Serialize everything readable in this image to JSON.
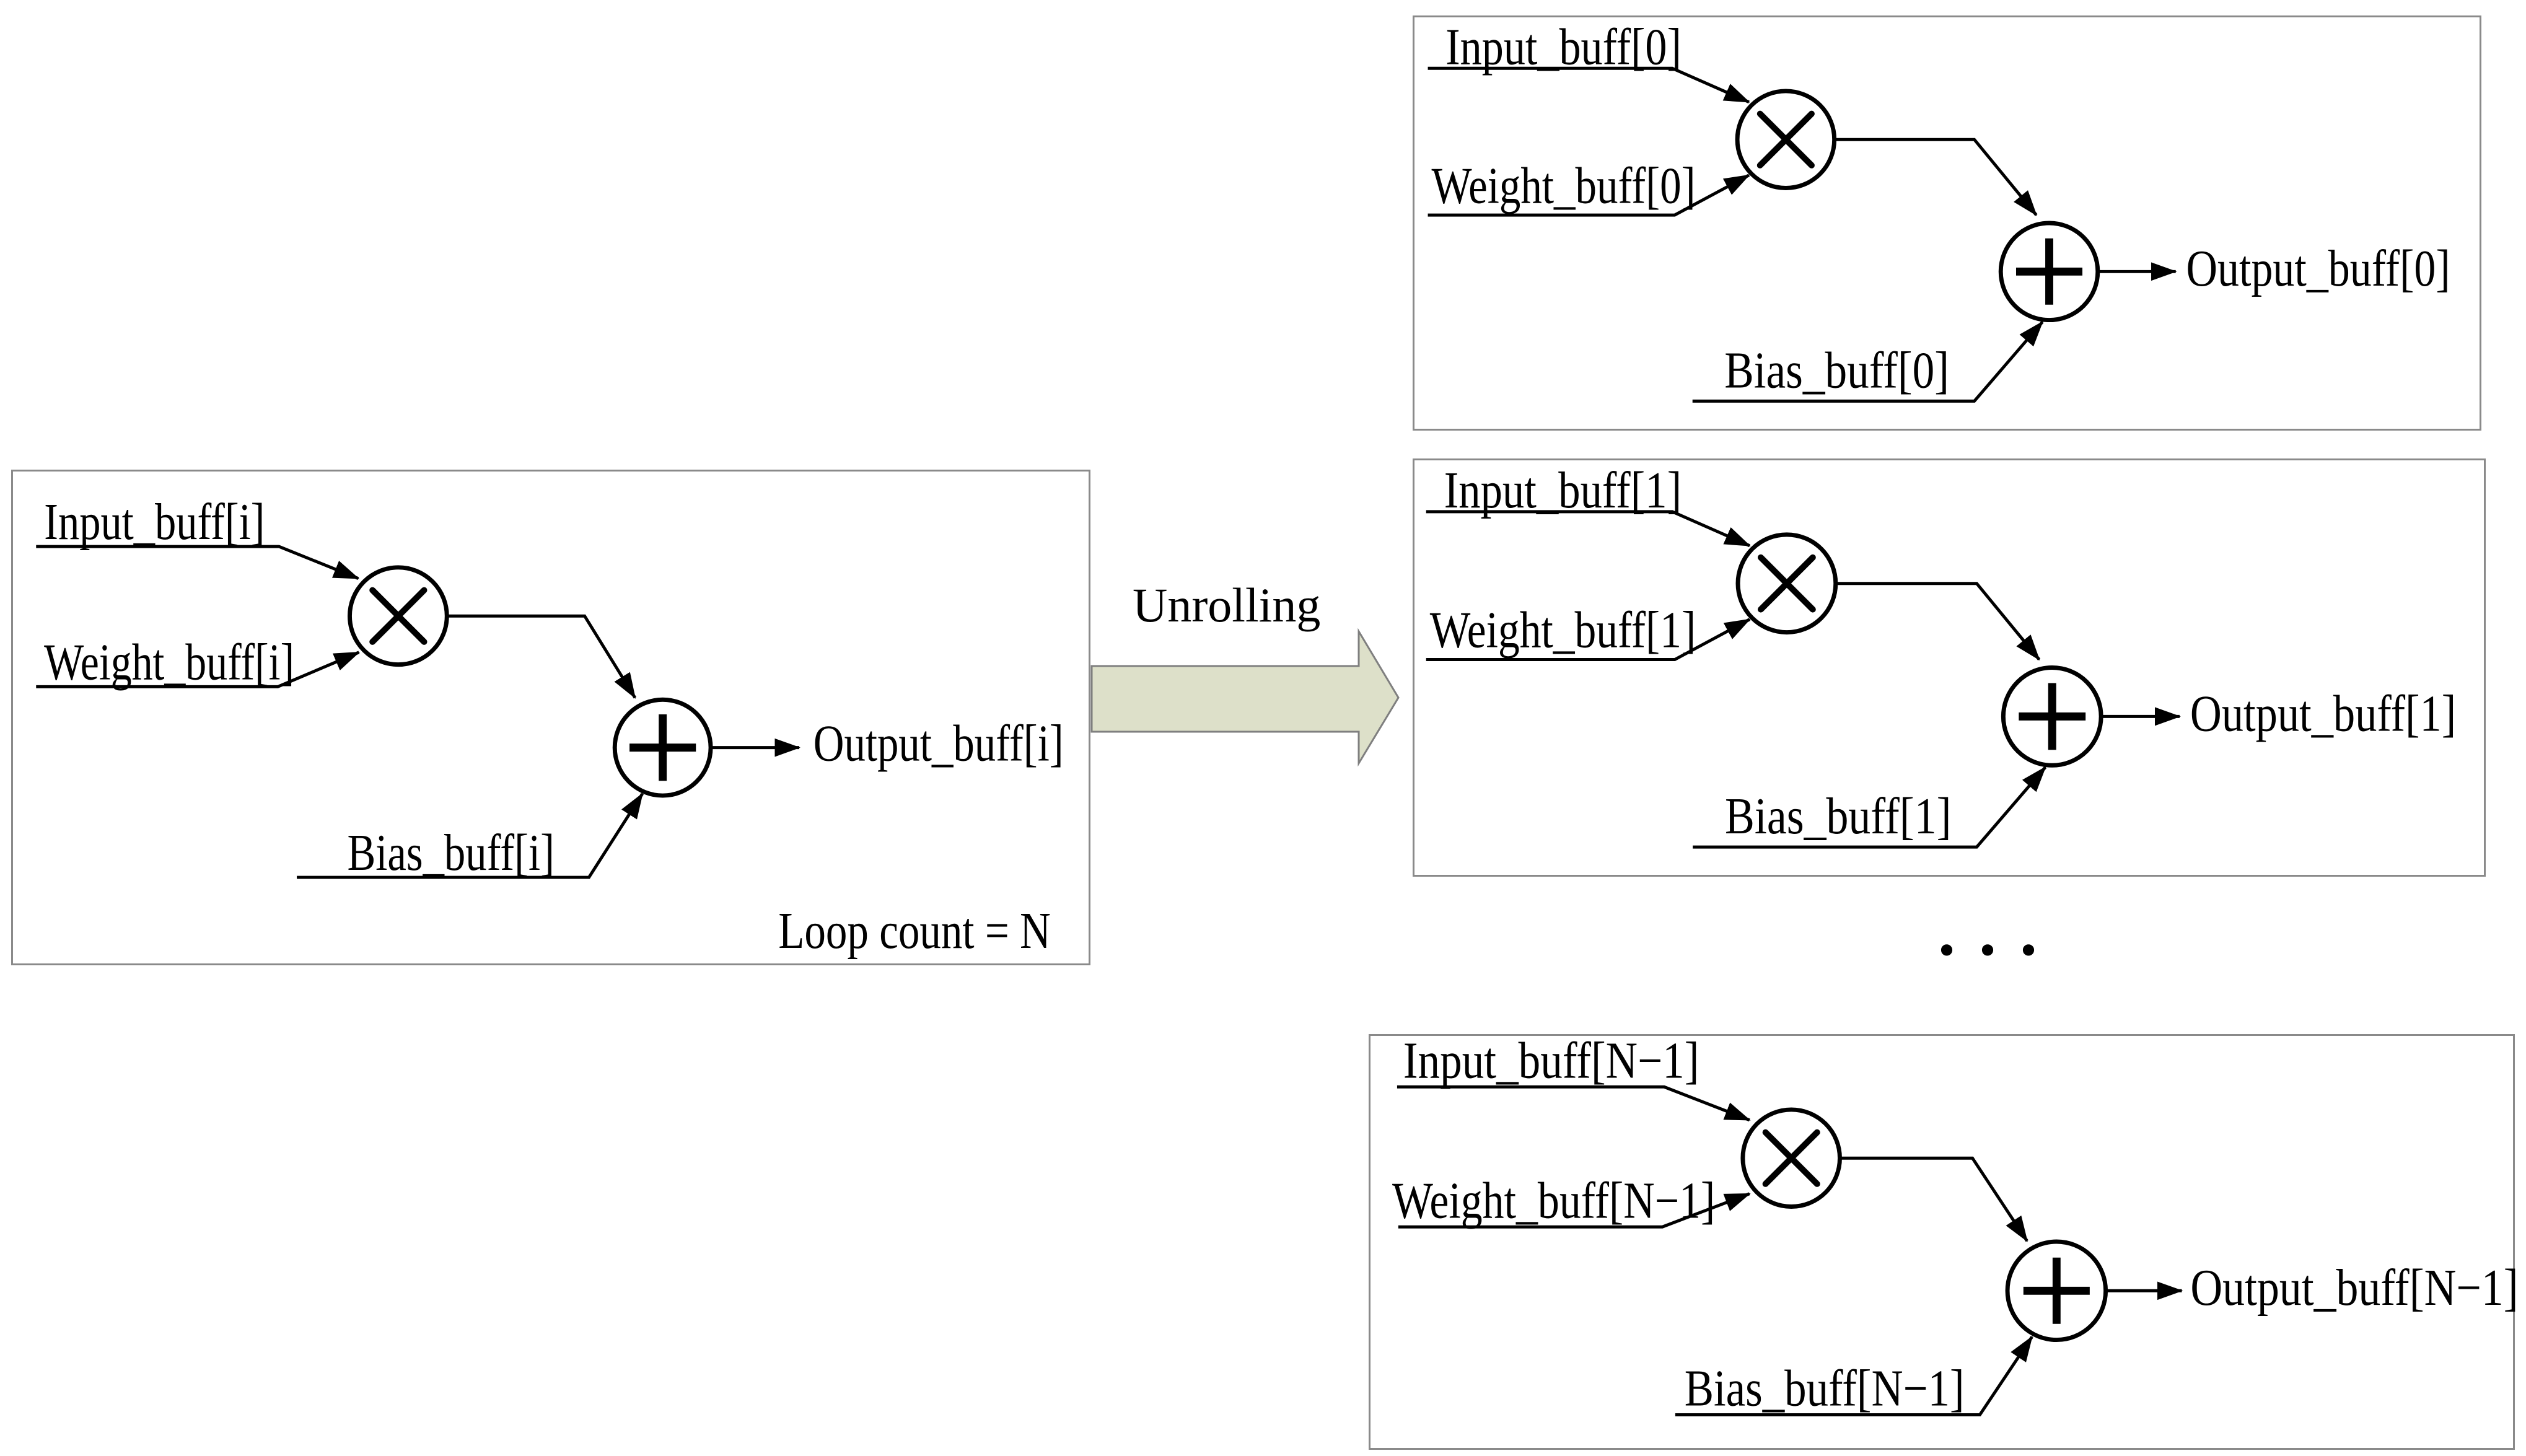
{
  "transform": {
    "label": "Unrolling"
  },
  "ellipsis": "...",
  "units": {
    "loop": {
      "input": "Input_buff[i]",
      "weight": "Weight_buff[i]",
      "bias": "Bias_buff[i]",
      "output": "Output_buff[i]",
      "loop_count": "Loop count = N"
    },
    "unrolled": [
      {
        "input": "Input_buff[0]",
        "weight": "Weight_buff[0]",
        "bias": "Bias_buff[0]",
        "output": "Output_buff[0]"
      },
      {
        "input": "Input_buff[1]",
        "weight": "Weight_buff[1]",
        "bias": "Bias_buff[1]",
        "output": "Output_buff[1]"
      },
      {
        "input": "Input_buff[N−1]",
        "weight": "Weight_buff[N−1]",
        "bias": "Bias_buff[N−1]",
        "output": "Output_buff[N−1]"
      }
    ]
  },
  "icons": {
    "multiply": "×",
    "add": "+",
    "unroll_arrow": "right-block-arrow"
  },
  "colors": {
    "ink": "#000000",
    "box_border": "#8a8a8a",
    "arrow_fill": "#dde0c9",
    "arrow_stroke": "#7f7f7f",
    "background": "#ffffff"
  }
}
